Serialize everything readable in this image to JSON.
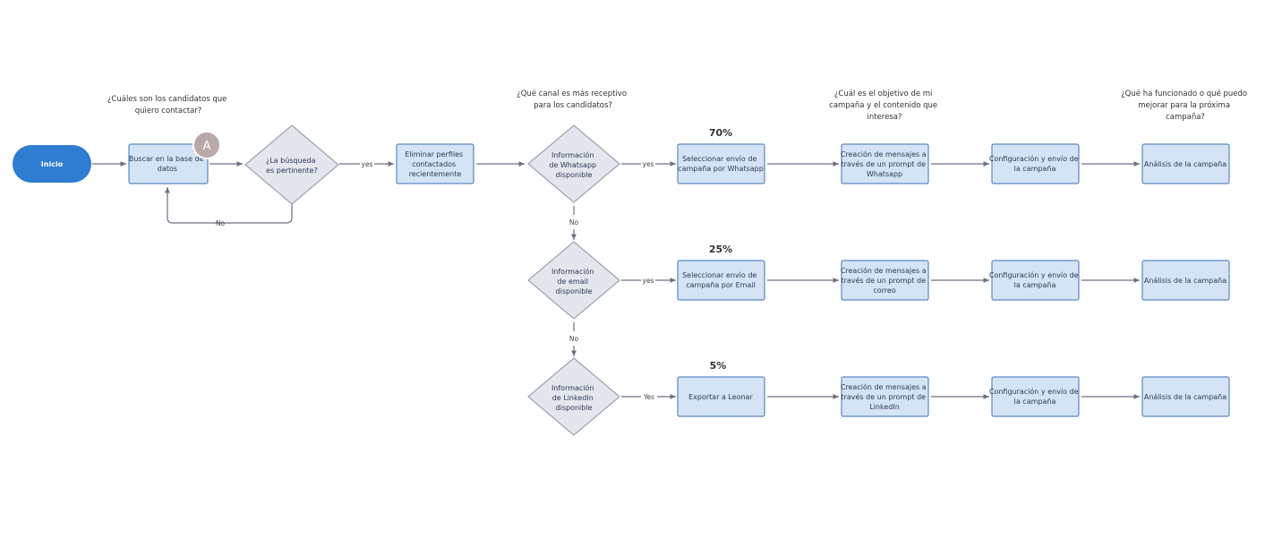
{
  "questions": {
    "q1": [
      "¿Cuáles son los candidatos que",
      "quiero contactar?"
    ],
    "q2": [
      "¿Qué canal es más receptivo",
      "para los candidatos?"
    ],
    "q3": [
      "¿Cuál es el objetivo de mi",
      "campaña y el contenido que",
      "interesa?"
    ],
    "q4": [
      "¿Qué ha funcionado o qué puedo",
      "mejorar para la próxima",
      "campaña?"
    ]
  },
  "percentages": {
    "whatsapp": "70%",
    "email": "25%",
    "linkedin": "5%"
  },
  "start": {
    "label": "Inicio"
  },
  "avatar": {
    "initial": "A",
    "color": "#b8a8a6"
  },
  "nodes": {
    "buscar": [
      "Buscar en la base de",
      "datos"
    ],
    "busqueda": [
      "¿La búsqueda",
      "es pertinente?"
    ],
    "eliminar": [
      "Eliminar perfiles",
      "contactados",
      "recientemente"
    ],
    "info_whatsapp": [
      "Información",
      "de Whatsapp",
      "disponible"
    ],
    "info_email": [
      "Información",
      "de email",
      "disponible"
    ],
    "info_linkedin": [
      "Información",
      "de LinkedIn",
      "disponible"
    ],
    "sel_whatsapp": [
      "Seleccionar envío de",
      "campaña por Whatsapp"
    ],
    "sel_email": [
      "Seleccionar envío de",
      "campaña por Email"
    ],
    "exportar": [
      "Exportar a Leonar"
    ],
    "crea_whatsapp": [
      "Creación de mensajes a",
      "través de un prompt de",
      "Whatsapp"
    ],
    "crea_email": [
      "Creación de mensajes a",
      "través de un prompt de",
      "correo"
    ],
    "crea_linkedin": [
      "Creación de mensajes a",
      "través de un prompt de",
      "LinkedIn"
    ],
    "config": [
      "Configuración y envío de",
      "la campaña"
    ],
    "analisis": [
      "Análisis de la campaña"
    ]
  },
  "edges": {
    "yes": "yes",
    "Yes": "Yes",
    "no": "No"
  },
  "colors": {
    "start": "#2e7dd1",
    "box_fill": "#d4e4f5",
    "box_stroke": "#5a89c0",
    "diamond_fill": "#e3e6ec"
  }
}
